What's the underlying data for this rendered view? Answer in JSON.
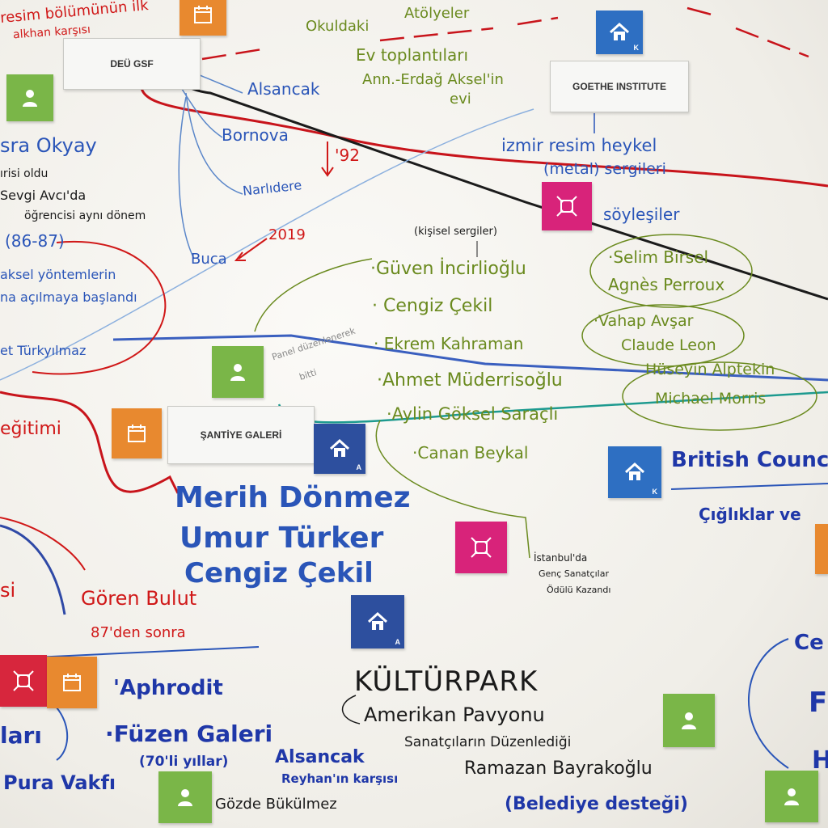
{
  "cards": {
    "deu_gsf": "DEÜ GSF",
    "goethe": "GOETHE INSTITUTE",
    "santiye": "ŞANTİYE GALERİ"
  },
  "icon_badges": {
    "k": "K",
    "a": "A"
  },
  "notes": {
    "resim_bolumu": "resim bölümünün ilk",
    "alkhan_karsisi": "alkhan karşısı",
    "okuldaki": "Okuldaki",
    "atolyeler": "Atölyeler",
    "ev_toplantilari": "Ev toplantıları",
    "ann_erdag": "Ann.-Erdağ Aksel'in",
    "evi": "evi",
    "alsancak": "Alsancak",
    "bornova": "Bornova",
    "narlidere": "Narlıdere",
    "buca": "Buca",
    "y2019": "2019",
    "y1992": "'92",
    "esra_okyay": "sra Okyay",
    "arisi_oldu": "ırisi oldu",
    "sevgi_avci": "Sevgi Avcı'da",
    "ogrencisi": "öğrencisi aynı dönem",
    "years_86_87": "(86-87)",
    "aksel_yontem": "aksel yöntemlerin",
    "acilmaya": "na açılmaya başlandı",
    "turkyilmaz": "et Türkyılmaz",
    "izmir_resim": "izmir resim heykel",
    "metal_sergileri": "(metal) sergileri",
    "soylesiler": "söyleşiler",
    "kisisel_sergiler": "(kişisel sergiler)",
    "guven": "·Güven İncirlioğlu",
    "cengiz1": "· Cengiz Çekil",
    "ekrem": "· Ekrem Kahraman",
    "ahmet": "·Ahmet Müderrisoğlu",
    "aylin": "·Aylin Göksel Saraçlı",
    "canan": "·Canan Beykal",
    "selim": "·Selim Birsel",
    "agnes": "Agnès Perroux",
    "vahap": "·Vahap Avşar",
    "claude": "Claude Leon",
    "huseyin": "Hüseyin Alptekin",
    "michael": "Michael Morris",
    "panel": "Panel düzenlenerek",
    "bitti": "bitti",
    "egitimi": "eğitimi",
    "british": "British Council",
    "ciglik": "Çığlıklar ve",
    "merih": "Merih Dönmez",
    "umur": "Umur Türker",
    "cengiz2": "Cengiz Çekil",
    "istanbul": "İstanbul'da",
    "genc": "Genç Sanatçılar",
    "odulu": "Ödülü Kazandı",
    "goren": "Gören Bulut",
    "sonra": "87'den sonra",
    "si": "si",
    "aphrodit": "'Aphrodit",
    "lari": "ları",
    "fuzen": "·Füzen Galeri",
    "yillar70": "(70'li yıllar)",
    "alsancak2": "Alsancak",
    "reyhan": "Reyhan'ın karşısı",
    "pura": "Pura Vakfı",
    "gozde": "Gözde Bükülmez",
    "kulturpark": "KÜLTÜRPARK",
    "amerikan": "Amerikan Pavyonu",
    "sanatcilarin": "Sanatçıların Düzenlediği",
    "ramazan": "Ramazan Bayrakoğlu",
    "belediye": "(Belediye desteği)",
    "ce": "Ce",
    "f_letter": "F",
    "h_letter": "H"
  },
  "colors": {
    "green_card": "#7ab648",
    "orange_card": "#e8892f",
    "blue_card": "#2e6fc2",
    "navy_card": "#2d4f9e",
    "pink_card": "#d8237a",
    "red_card": "#d7263d",
    "red_thread": "#c8141b",
    "black_thread": "#1b1b1b",
    "blue_thread": "#3a5fbf",
    "teal_thread": "#1d9a8f"
  },
  "icons": [
    "person-icon",
    "calendar-icon",
    "home-icon",
    "expand-icon"
  ]
}
